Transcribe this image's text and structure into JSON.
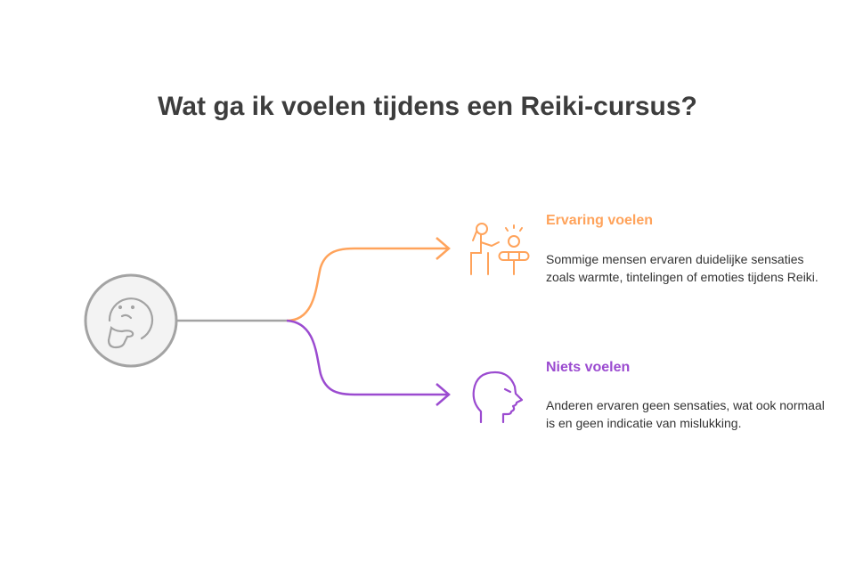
{
  "title": "Wat ga ik voelen tijdens een Reiki-cursus?",
  "colors": {
    "orange": "#FFA35B",
    "purple": "#9B4BD0",
    "gray": "#A3A3A3"
  },
  "center_icon": "thinking-face-icon",
  "branches": [
    {
      "heading": "Ervaring voelen",
      "text": "Sommige mensen ervaren duidelijke sensaties zoals warmte, tintelingen of emoties tijdens Reiki.",
      "icon": "reiki-healer-icon"
    },
    {
      "heading": "Niets voelen",
      "text": "Anderen ervaren geen sensaties, wat ook normaal is en geen indicatie van mislukking.",
      "icon": "head-profile-icon"
    }
  ]
}
